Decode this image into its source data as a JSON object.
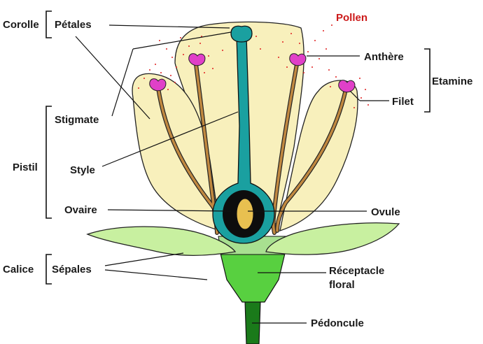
{
  "labels": {
    "corolle": "Corolle",
    "petales": "Pétales",
    "pollen": "Pollen",
    "anthere": "Anthère",
    "etamine": "Etamine",
    "filet": "Filet",
    "stigmate": "Stigmate",
    "pistil": "Pistil",
    "style": "Style",
    "ovaire": "Ovaire",
    "ovule": "Ovule",
    "calice": "Calice",
    "sepales": "Sépales",
    "receptacle_1": "Réceptacle",
    "receptacle_2": "floral",
    "pedoncule": "Pédoncule"
  },
  "colors": {
    "petal": "#f8f0bc",
    "petal_stroke": "#222222",
    "pistil": "#1aa0a0",
    "ovary_dark": "#0d0d0d",
    "ovule": "#e8c050",
    "anther": "#e040c8",
    "filament": "#c08840",
    "sepal": "#c8f0a0",
    "receptacle": "#58d040",
    "receptacle_top": "#a8e090",
    "stem": "#1a7a1a",
    "pollen": "#e02020",
    "pollen_label": "#cc1a1a"
  }
}
